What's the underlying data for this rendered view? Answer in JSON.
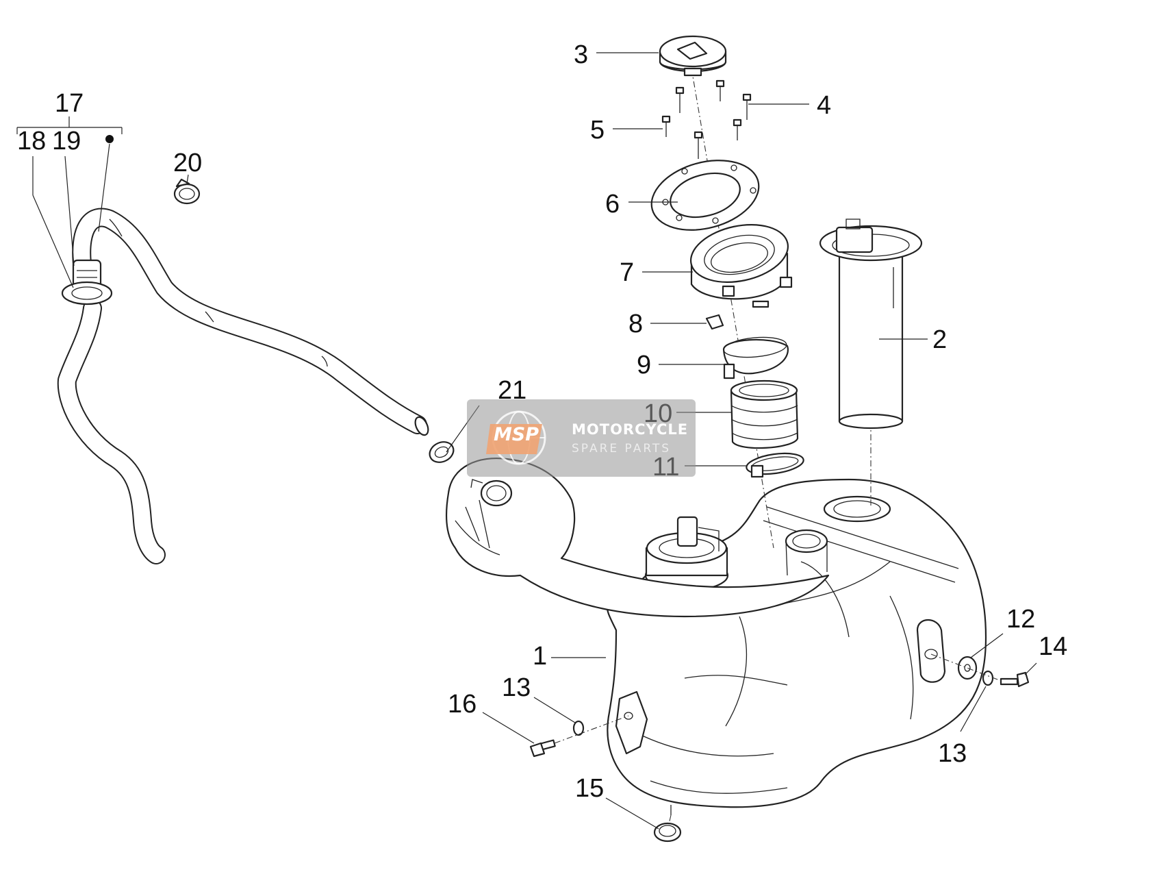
{
  "diagram": {
    "labels": {
      "l1": "1",
      "l2": "2",
      "l3": "3",
      "l4": "4",
      "l5": "5",
      "l6": "6",
      "l7": "7",
      "l8": "8",
      "l9": "9",
      "l10": "10",
      "l11": "11",
      "l12": "12",
      "l13a": "13",
      "l13b": "13",
      "l14": "14",
      "l15": "15",
      "l16": "16",
      "l17": "17",
      "l18": "18",
      "l19": "19",
      "l20": "20",
      "l21": "21"
    }
  },
  "watermark": {
    "logo_text": "MSP",
    "title": "MOTORCYCLE",
    "subtitle": "SPARE PARTS",
    "accent_color": "#f0a372"
  }
}
